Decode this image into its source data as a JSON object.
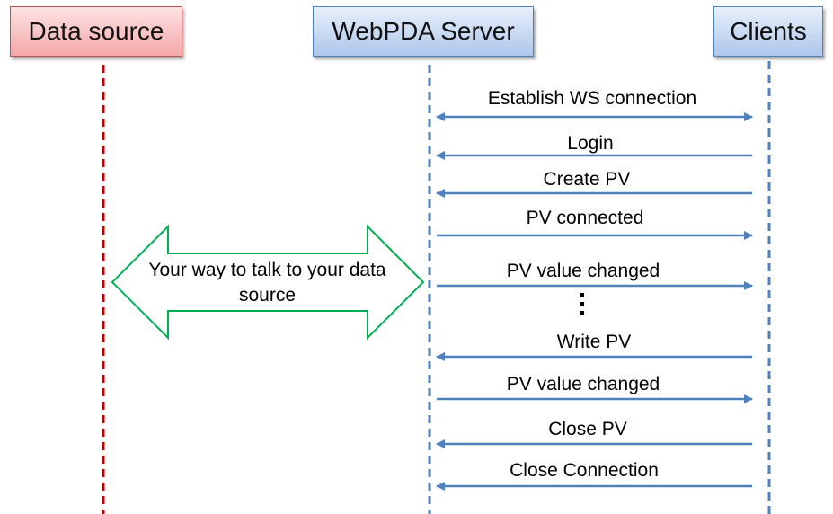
{
  "actors": {
    "data_source": "Data source",
    "server": "WebPDA Server",
    "clients": "Clients"
  },
  "talk_arrow": {
    "label": "Your way to talk to your data source"
  },
  "messages": [
    {
      "label": "Establish WS connection",
      "direction": "both"
    },
    {
      "label": "Login",
      "direction": "to-server"
    },
    {
      "label": "Create PV",
      "direction": "to-server"
    },
    {
      "label": "PV connected",
      "direction": "to-clients"
    },
    {
      "label": "PV value changed",
      "direction": "to-clients"
    },
    {
      "label": "Write PV",
      "direction": "to-server"
    },
    {
      "label": "PV value changed",
      "direction": "to-clients"
    },
    {
      "label": "Close PV",
      "direction": "to-server"
    },
    {
      "label": "Close Connection",
      "direction": "to-server"
    }
  ],
  "colors": {
    "data_source_line": "#c00000",
    "server_line": "#4f81bd",
    "message_arrow": "#4f81bd",
    "talk_arrow_border": "#00b050"
  }
}
